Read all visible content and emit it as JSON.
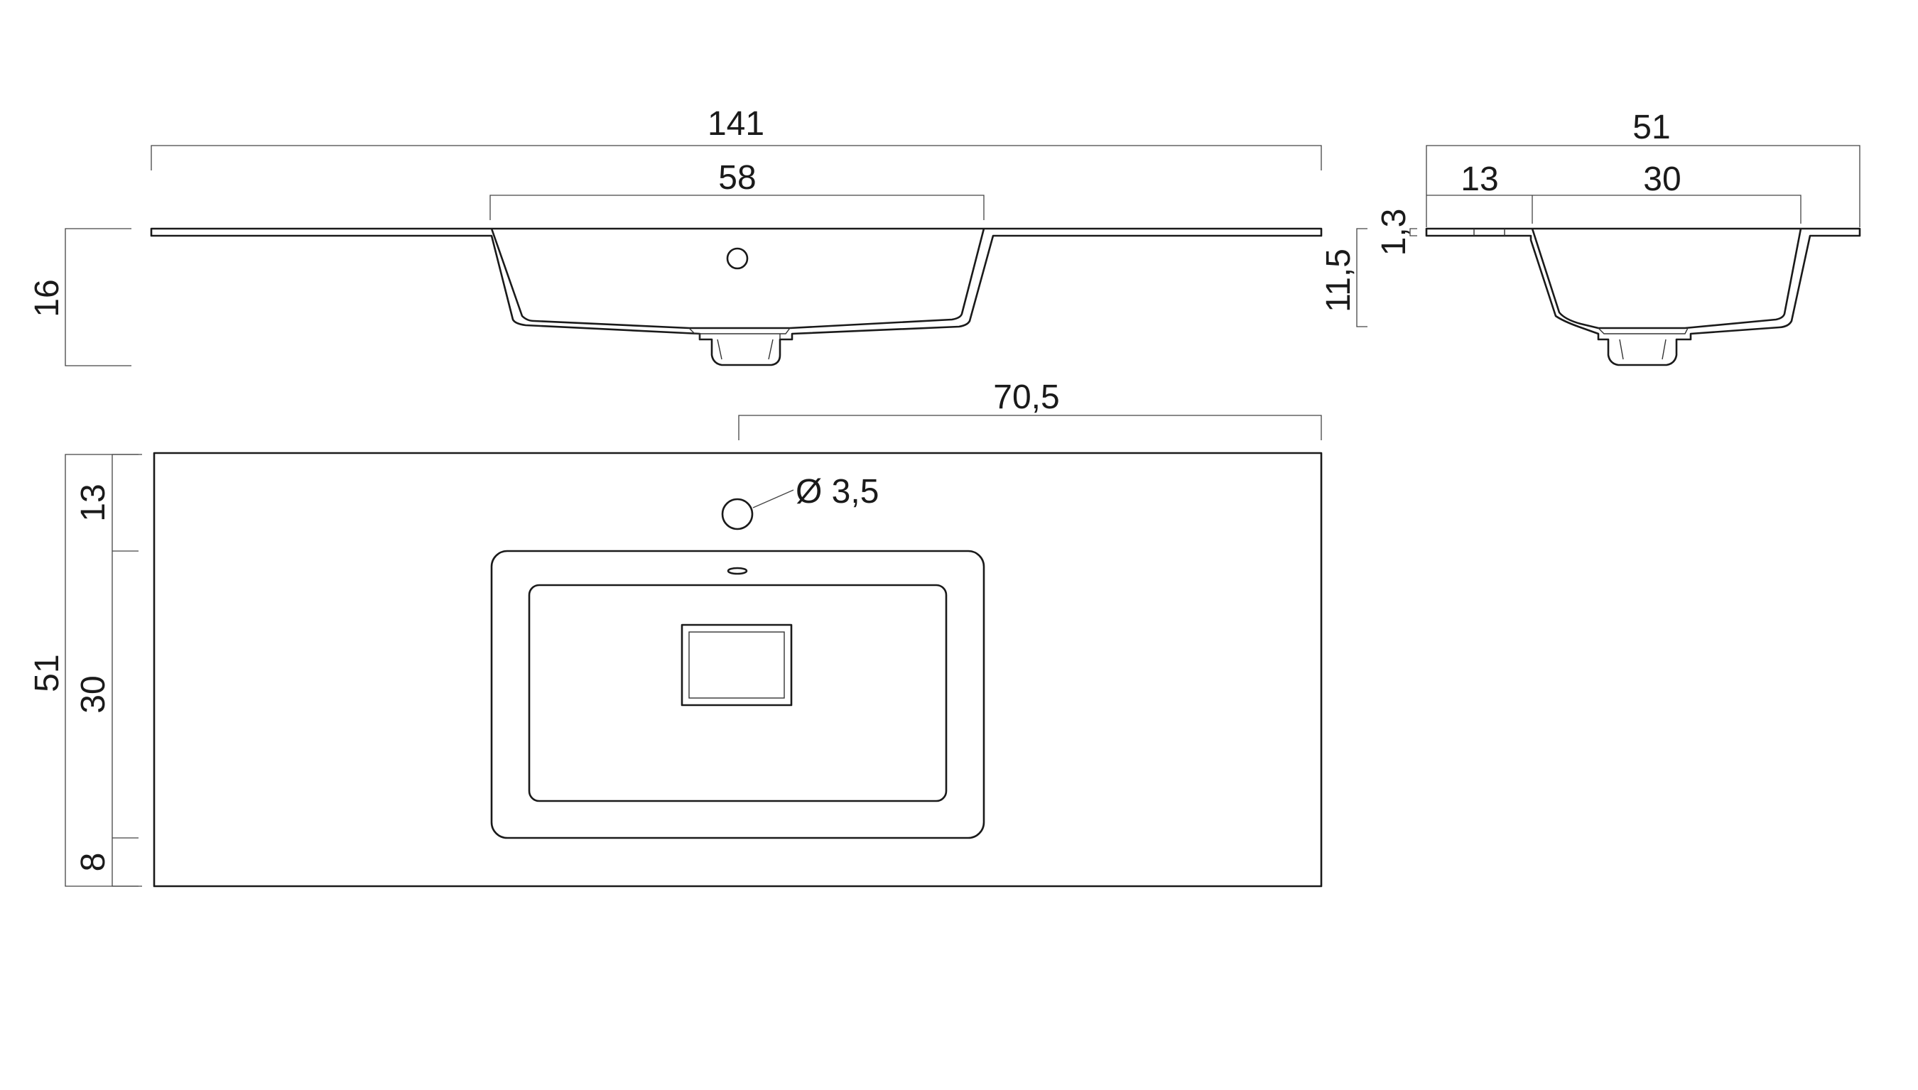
{
  "colors": {
    "line": "#1a1a1a",
    "dimension": "#444444",
    "background": "#ffffff"
  },
  "front_view": {
    "overall_width": "141",
    "basin_width": "58",
    "height": "16"
  },
  "side_view": {
    "overall_depth": "51",
    "back_edge": "13",
    "basin_depth": "30",
    "slab_thickness": "1,3",
    "basin_height": "11,5"
  },
  "top_view": {
    "hole_offset": "70,5",
    "tap_hole_diameter": "Ø 3,5",
    "overall_depth": "51",
    "back_margin": "13",
    "basin_depth": "30",
    "front_margin": "8"
  }
}
